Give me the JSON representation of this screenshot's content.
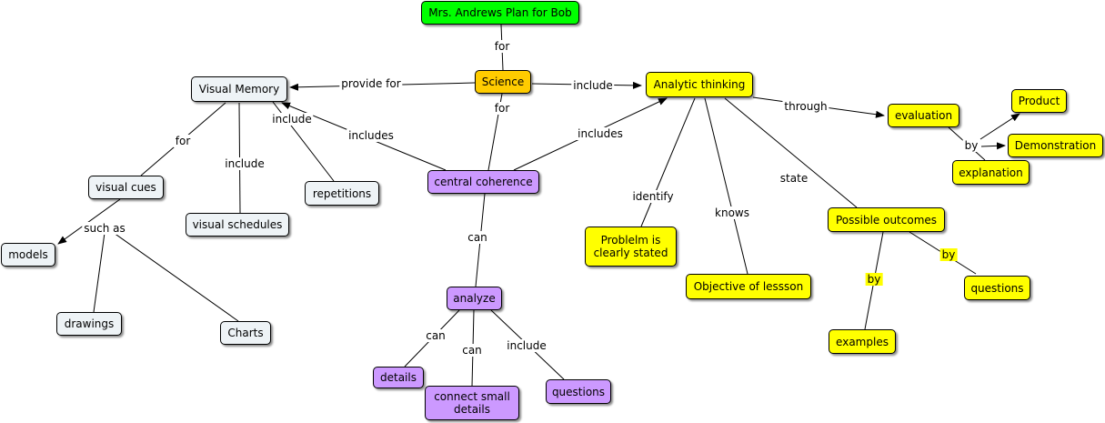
{
  "nodes": {
    "title": "Mrs. Andrews Plan for Bob",
    "science": "Science",
    "visual_memory": "Visual Memory",
    "analytic_thinking": "Analytic thinking",
    "central_coherence": "central coherence",
    "visual_cues": "visual cues",
    "repetitions": "repetitions",
    "visual_schedules": "visual schedules",
    "models": "models",
    "drawings": "drawings",
    "charts": "Charts",
    "analyze": "analyze",
    "details": "details",
    "connect_small_details": "connect small details",
    "questions_purple": "questions",
    "problem_stated": "Problelm is clearly stated",
    "objective": "Objective of lessson",
    "possible_outcomes": "Possible outcomes",
    "evaluation": "evaluation",
    "product": "Product",
    "demonstration": "Demonstration",
    "explanation": "explanation",
    "questions_yellow": "questions",
    "examples": "examples"
  },
  "links": {
    "for_title": "for",
    "provide_for": "provide for",
    "include_science": "include",
    "for_science": "for",
    "include_vm": "include",
    "includes_vm": "includes",
    "includes_at": "includes",
    "for_vm": "for",
    "include_vs": "include",
    "such_as": "such as",
    "can_cc": "can",
    "can_details": "can",
    "can_connect": "can",
    "include_questions": "include",
    "through": "through",
    "by_eval": "by",
    "identify": "identify",
    "knows": "knows",
    "state": "state",
    "by_examples": "by",
    "by_questions": "by"
  }
}
